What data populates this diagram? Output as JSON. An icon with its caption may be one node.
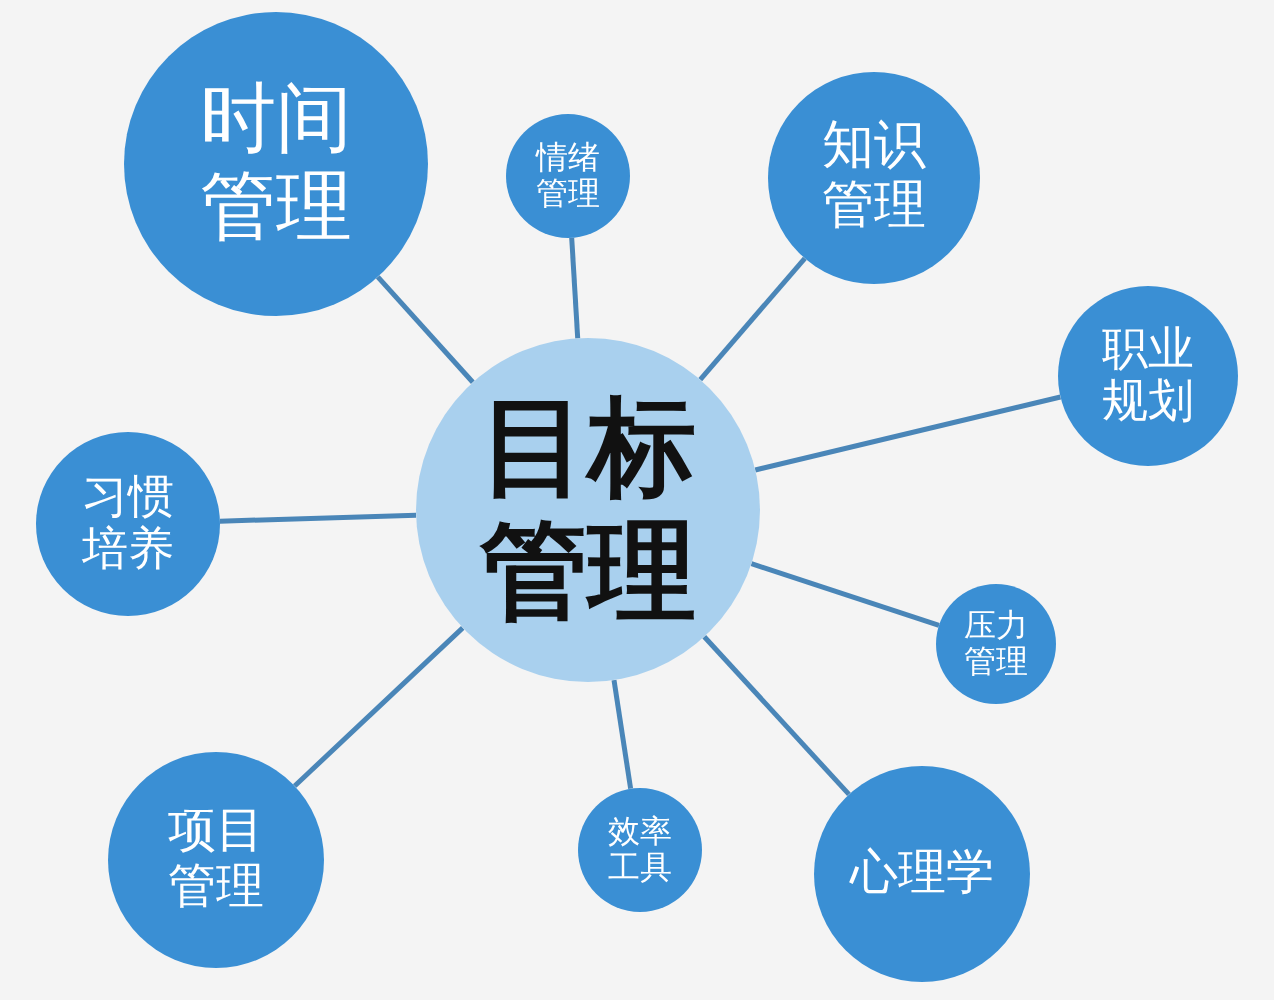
{
  "diagram": {
    "nodes": [
      {
        "text": [
          "时间管理"
        ]
      },
      {
        "text": [
          "情绪管理"
        ]
      },
      {
        "text": [
          "知识管理"
        ]
      },
      {
        "text": [
          "职业规划"
        ]
      },
      {
        "text": [
          "目标管理"
        ]
      },
      {
        "text": [
          "习惯培养"
        ]
      },
      {
        "text": [
          "压力管理"
        ]
      },
      {
        "text": [
          "项目管理"
        ]
      },
      {
        "text": [
          "效率工具"
        ]
      },
      {
        "text": [
          "心理学"
        ]
      }
    ],
    "edges": [
      {
        "from": 4,
        "to": 0,
        "arrow": "none"
      },
      {
        "from": 4,
        "to": 1,
        "arrow": "none"
      },
      {
        "from": 4,
        "to": 2,
        "arrow": "none"
      },
      {
        "from": 4,
        "to": 3,
        "arrow": "none"
      },
      {
        "from": 4,
        "to": 5,
        "arrow": "none"
      },
      {
        "from": 4,
        "to": 6,
        "arrow": "none"
      },
      {
        "from": 4,
        "to": 7,
        "arrow": "none"
      },
      {
        "from": 4,
        "to": 8,
        "arrow": "none"
      },
      {
        "from": 4,
        "to": 9,
        "arrow": "none"
      }
    ]
  }
}
